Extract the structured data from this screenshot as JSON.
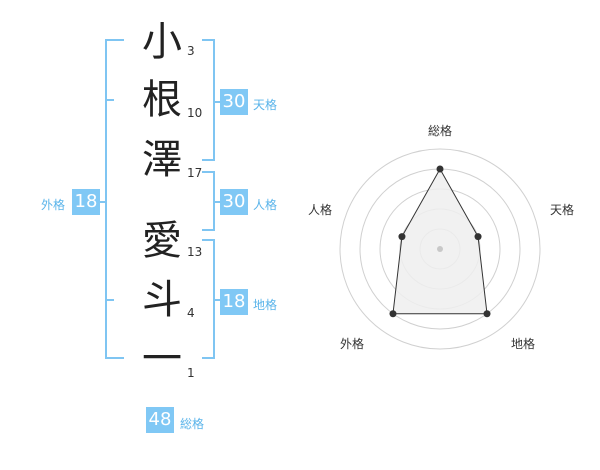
{
  "name_chars": [
    {
      "char": "小",
      "strokes": "3"
    },
    {
      "char": "根",
      "strokes": "10"
    },
    {
      "char": "澤",
      "strokes": "17"
    },
    {
      "char": "愛",
      "strokes": "13"
    },
    {
      "char": "斗",
      "strokes": "4"
    },
    {
      "char": "一",
      "strokes": "1"
    }
  ],
  "fortunes": {
    "tenkaku": {
      "value": "30",
      "label": "天格"
    },
    "jinkaku": {
      "value": "30",
      "label": "人格"
    },
    "chikaku": {
      "value": "18",
      "label": "地格"
    },
    "gaikaku": {
      "value": "18",
      "label": "外格"
    },
    "soukaku": {
      "value": "48",
      "label": "総格"
    }
  },
  "radar": {
    "axes": [
      "総格",
      "天格",
      "地格",
      "外格",
      "人格"
    ],
    "values": [
      4,
      2,
      4,
      4,
      2
    ],
    "max": 5,
    "colors": {
      "fill": "#efefef",
      "stroke": "#333333",
      "grid": "#d0d0d0"
    }
  },
  "colors": {
    "accent": "#80c8f5",
    "bracket": "#7fc5f2"
  }
}
